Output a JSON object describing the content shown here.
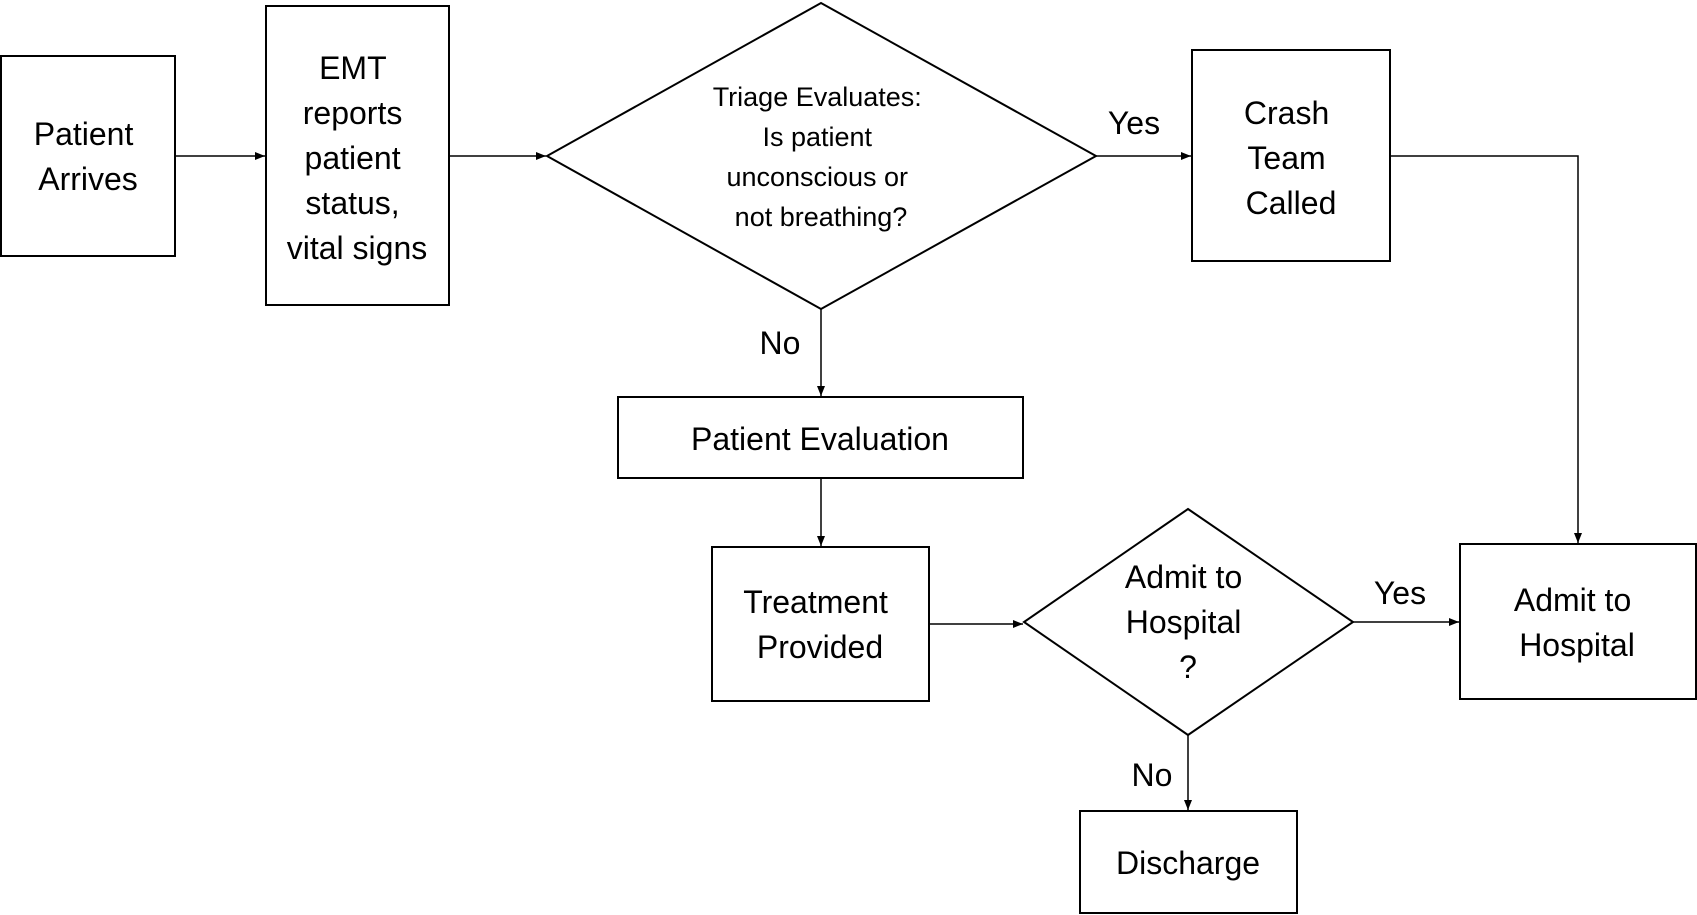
{
  "diagram": {
    "nodes": {
      "patient_arrives": {
        "shape": "process",
        "lines": [
          "Patient",
          "Arrives"
        ]
      },
      "emt_reports": {
        "shape": "process",
        "lines": [
          "EMT",
          "reports",
          "patient",
          "status,",
          "vital signs"
        ]
      },
      "triage": {
        "shape": "decision",
        "lines": [
          "Triage Evaluates:",
          "Is patient",
          "unconscious or",
          "not breathing?"
        ]
      },
      "crash_team": {
        "shape": "process",
        "lines": [
          "Crash",
          "Team",
          "Called"
        ]
      },
      "patient_evaluation": {
        "shape": "process",
        "lines": [
          "Patient Evaluation"
        ]
      },
      "treatment_provided": {
        "shape": "process",
        "lines": [
          "Treatment",
          "Provided"
        ]
      },
      "admit_decision": {
        "shape": "decision",
        "lines": [
          "Admit to",
          "Hospital",
          "?"
        ]
      },
      "admit_to_hospital": {
        "shape": "process",
        "lines": [
          "Admit to",
          "Hospital"
        ]
      },
      "discharge": {
        "shape": "process",
        "lines": [
          "Discharge"
        ]
      }
    },
    "edges": [
      {
        "from": "patient_arrives",
        "to": "emt_reports",
        "label": ""
      },
      {
        "from": "emt_reports",
        "to": "triage",
        "label": ""
      },
      {
        "from": "triage",
        "to": "crash_team",
        "label": "Yes"
      },
      {
        "from": "triage",
        "to": "patient_evaluation",
        "label": "No"
      },
      {
        "from": "crash_team",
        "to": "admit_to_hospital",
        "label": ""
      },
      {
        "from": "patient_evaluation",
        "to": "treatment_provided",
        "label": ""
      },
      {
        "from": "treatment_provided",
        "to": "admit_decision",
        "label": ""
      },
      {
        "from": "admit_decision",
        "to": "admit_to_hospital",
        "label": "Yes"
      },
      {
        "from": "admit_decision",
        "to": "discharge",
        "label": "No"
      }
    ],
    "colors": {
      "stroke": "#000000",
      "fill": "#ffffff",
      "text": "#000000"
    }
  }
}
